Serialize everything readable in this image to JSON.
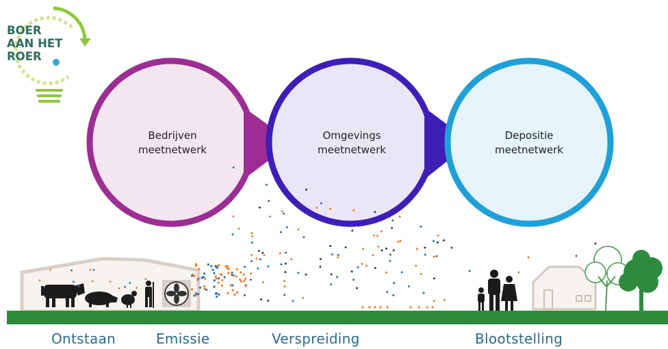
{
  "logo": {
    "text_lines": [
      "BOER",
      "AAN HET",
      "ROER"
    ]
  },
  "circles": [
    {
      "line1": "Bedrijven",
      "line2": "meetnetwerk",
      "border": "#9c2e93",
      "fill": "#f4e6f0"
    },
    {
      "line1": "Omgevings",
      "line2": "meetnetwerk",
      "border": "#3d1fb8",
      "fill": "#ebe6f6"
    },
    {
      "line1": "Depositie",
      "line2": "meetnetwerk",
      "border": "#1fa0d8",
      "fill": "#e6f4fb"
    }
  ],
  "stages": [
    {
      "label": "Ontstaan"
    },
    {
      "label": "Emissie"
    },
    {
      "label": "Verspreiding"
    },
    {
      "label": "Blootstelling"
    }
  ],
  "colors": {
    "ground": "#2f8a3a",
    "stage_text": "#2a6a8c",
    "particle_orange": "#f07a28",
    "particle_blue": "#2b6cb0",
    "particle_dark": "#2d3e50",
    "logo_green": "#8cc63f",
    "tree": "#2e8b3e"
  },
  "icons": [
    "lightbulb-logo-icon",
    "barn-icon",
    "cow-icon",
    "pig-icon",
    "chicken-icon",
    "farmer-icon",
    "fan-icon",
    "family-icon",
    "house-icon",
    "tree-icon"
  ]
}
